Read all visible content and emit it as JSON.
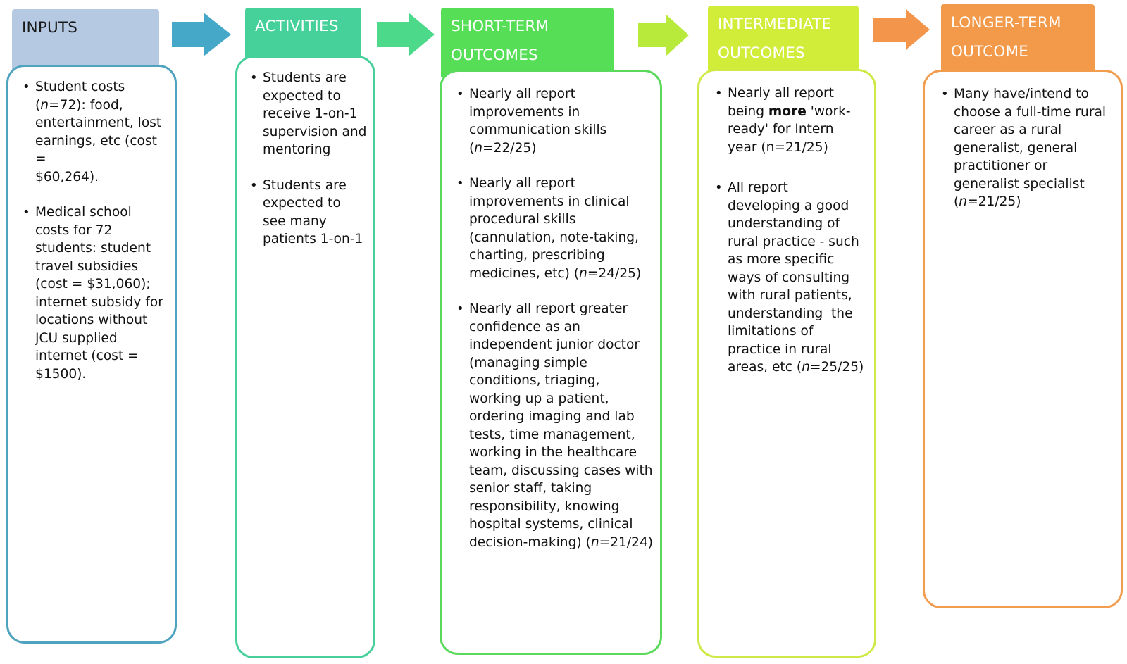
{
  "colors": {
    "inputs": "#b6c9e3",
    "inputs_border": "#4fa3bf",
    "activities": "#47d19a",
    "activities_border": "#48d09c",
    "short_term": "#57de57",
    "short_term_border": "#5ad95c",
    "intermediate": "#d2ec3a",
    "intermediate_border": "#cfe947",
    "longer_term": "#f39a4a",
    "longer_term_border": "#f29d4e",
    "arrow1": "#45a8c8",
    "arrow2": "#4dd98a",
    "arrow3": "#b8ea3b",
    "arrow4": "#f3954a"
  },
  "columns": {
    "inputs": {
      "title": [
        "INPUTS"
      ],
      "items": [
        [
          {
            "t": "Student costs\n("
          },
          {
            "t": "n",
            "s": "i"
          },
          {
            "t": "=72): food,\nentertainment, lost\nearnings, etc (cost =\n$60,264)."
          }
        ],
        [
          {
            "t": "Medical school\ncosts for 72\nstudents: student\ntravel subsidies\n(cost = $31,060);\ninternet subsidy for\nlocations without\nJCU supplied\ninternet (cost =\n$1500)."
          }
        ]
      ]
    },
    "activities": {
      "title": [
        "ACTIVITIES"
      ],
      "items": [
        [
          {
            "t": "Students are\nexpected to\nreceive 1-on-1\nsupervision and\nmentoring"
          }
        ],
        [
          {
            "t": "Students are\nexpected to\nsee many\npatients 1-on-1"
          }
        ]
      ]
    },
    "short_term": {
      "title": [
        "SHORT-TERM",
        "OUTCOMES"
      ],
      "items": [
        [
          {
            "t": "Nearly all report\nimprovements in\ncommunication skills\n("
          },
          {
            "t": "n",
            "s": "i"
          },
          {
            "t": "=22/25)"
          }
        ],
        [
          {
            "t": "Nearly all report\nimprovements in clinical\nprocedural skills\n(cannulation, note-taking,\ncharting, prescribing\nmedicines, etc) ("
          },
          {
            "t": "n",
            "s": "i"
          },
          {
            "t": "=24/25)"
          }
        ],
        [
          {
            "t": "Nearly all report greater\nconfidence as an\nindependent junior doctor\n(managing simple\nconditions, triaging,\nworking up a patient,\nordering imaging and lab\ntests, time management,\nworking in the healthcare\nteam, discussing cases with\nsenior staff, taking\nresponsibility, knowing\nhospital systems, clinical\ndecision-making) ("
          },
          {
            "t": "n",
            "s": "i"
          },
          {
            "t": "=21/24)"
          }
        ]
      ]
    },
    "intermediate": {
      "title": [
        "INTERMEDIATE",
        "OUTCOMES"
      ],
      "items": [
        [
          {
            "t": "Nearly all report\nbeing "
          },
          {
            "t": "more",
            "s": "b"
          },
          {
            "t": " 'work-\nready' for Intern\nyear (n=21/25)"
          }
        ],
        [
          {
            "t": "All report\ndeveloping a good\nunderstanding of\nrural practice - such\nas more specific\nways of consulting\nwith rural patients,\nunderstanding  the\nlimitations of\npractice in rural\nareas, etc ("
          },
          {
            "t": "n",
            "s": "i"
          },
          {
            "t": "=25/25)"
          }
        ]
      ]
    },
    "longer_term": {
      "title": [
        "LONGER-TERM",
        "OUTCOME"
      ],
      "items": [
        [
          {
            "t": "Many have/intend to\nchoose a full-time rural\ncareer as a rural\ngeneralist, general\npractitioner or\ngeneralist specialist\n("
          },
          {
            "t": "n",
            "s": "i"
          },
          {
            "t": "=21/25)"
          }
        ]
      ]
    }
  }
}
